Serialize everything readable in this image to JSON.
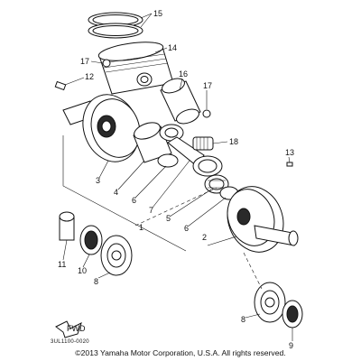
{
  "callouts": [
    "15",
    "14",
    "17",
    "12",
    "16",
    "17",
    "13",
    "18",
    "3",
    "4",
    "6",
    "7",
    "1",
    "5",
    "6",
    "2",
    "11",
    "10",
    "8",
    "8",
    "9"
  ],
  "fwd_label": "FWD",
  "diagram_code": "3UL1100-0020",
  "copyright": "©2013 Yamaha Motor Corporation, U.S.A. All rights reserved."
}
